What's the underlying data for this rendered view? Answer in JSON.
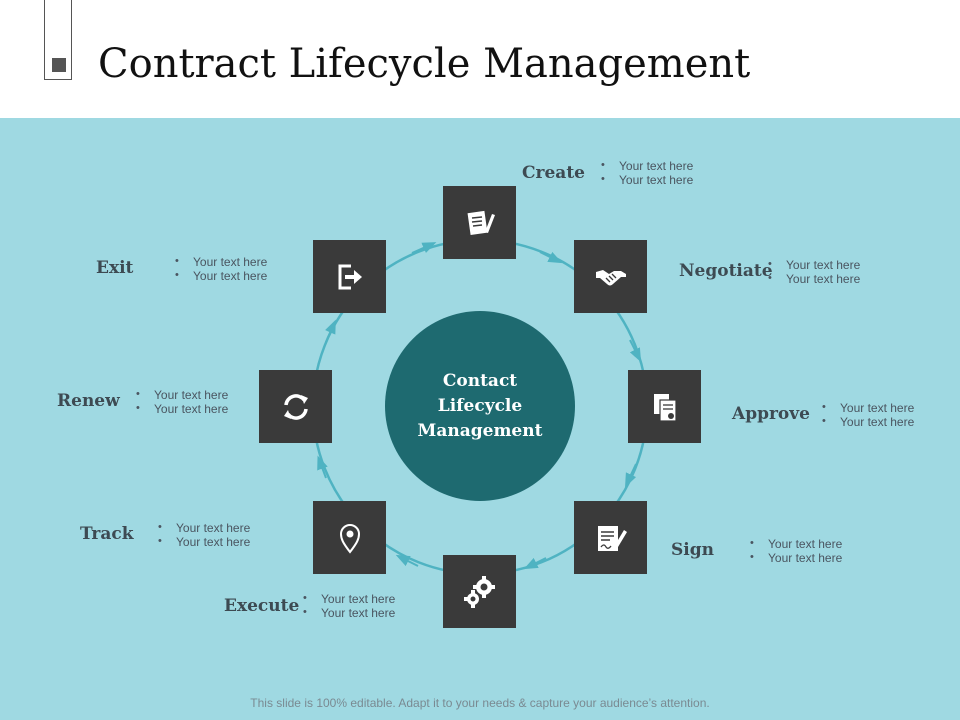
{
  "title": "Contract Lifecycle Management",
  "center_label": "Contact Lifecycle Management",
  "stages": [
    {
      "name": "Create",
      "icon": "document-pen-icon",
      "bullets": [
        "Your text here",
        "Your text here"
      ]
    },
    {
      "name": "Negotiate",
      "icon": "handshake-icon",
      "bullets": [
        "Your text here",
        "Your text here"
      ]
    },
    {
      "name": "Approve",
      "icon": "documents-icon",
      "bullets": [
        "Your text here",
        "Your text here"
      ]
    },
    {
      "name": "Sign",
      "icon": "signature-icon",
      "bullets": [
        "Your text here",
        "Your text here"
      ]
    },
    {
      "name": "Execute",
      "icon": "gears-icon",
      "bullets": [
        "Your text here",
        "Your text here"
      ]
    },
    {
      "name": "Track",
      "icon": "map-pin-icon",
      "bullets": [
        "Your text here",
        "Your text here"
      ]
    },
    {
      "name": "Renew",
      "icon": "refresh-icon",
      "bullets": [
        "Your text here",
        "Your text here"
      ]
    },
    {
      "name": "Exit",
      "icon": "exit-icon",
      "bullets": [
        "Your text here",
        "Your text here"
      ]
    }
  ],
  "footer": "This slide is 100% editable. Adapt it to your needs & capture your audience’s attention.",
  "colors": {
    "panel": "#9fd9e2",
    "center": "#1e6a70",
    "box": "#3a3a3a",
    "ring": "#4fb3c2"
  }
}
